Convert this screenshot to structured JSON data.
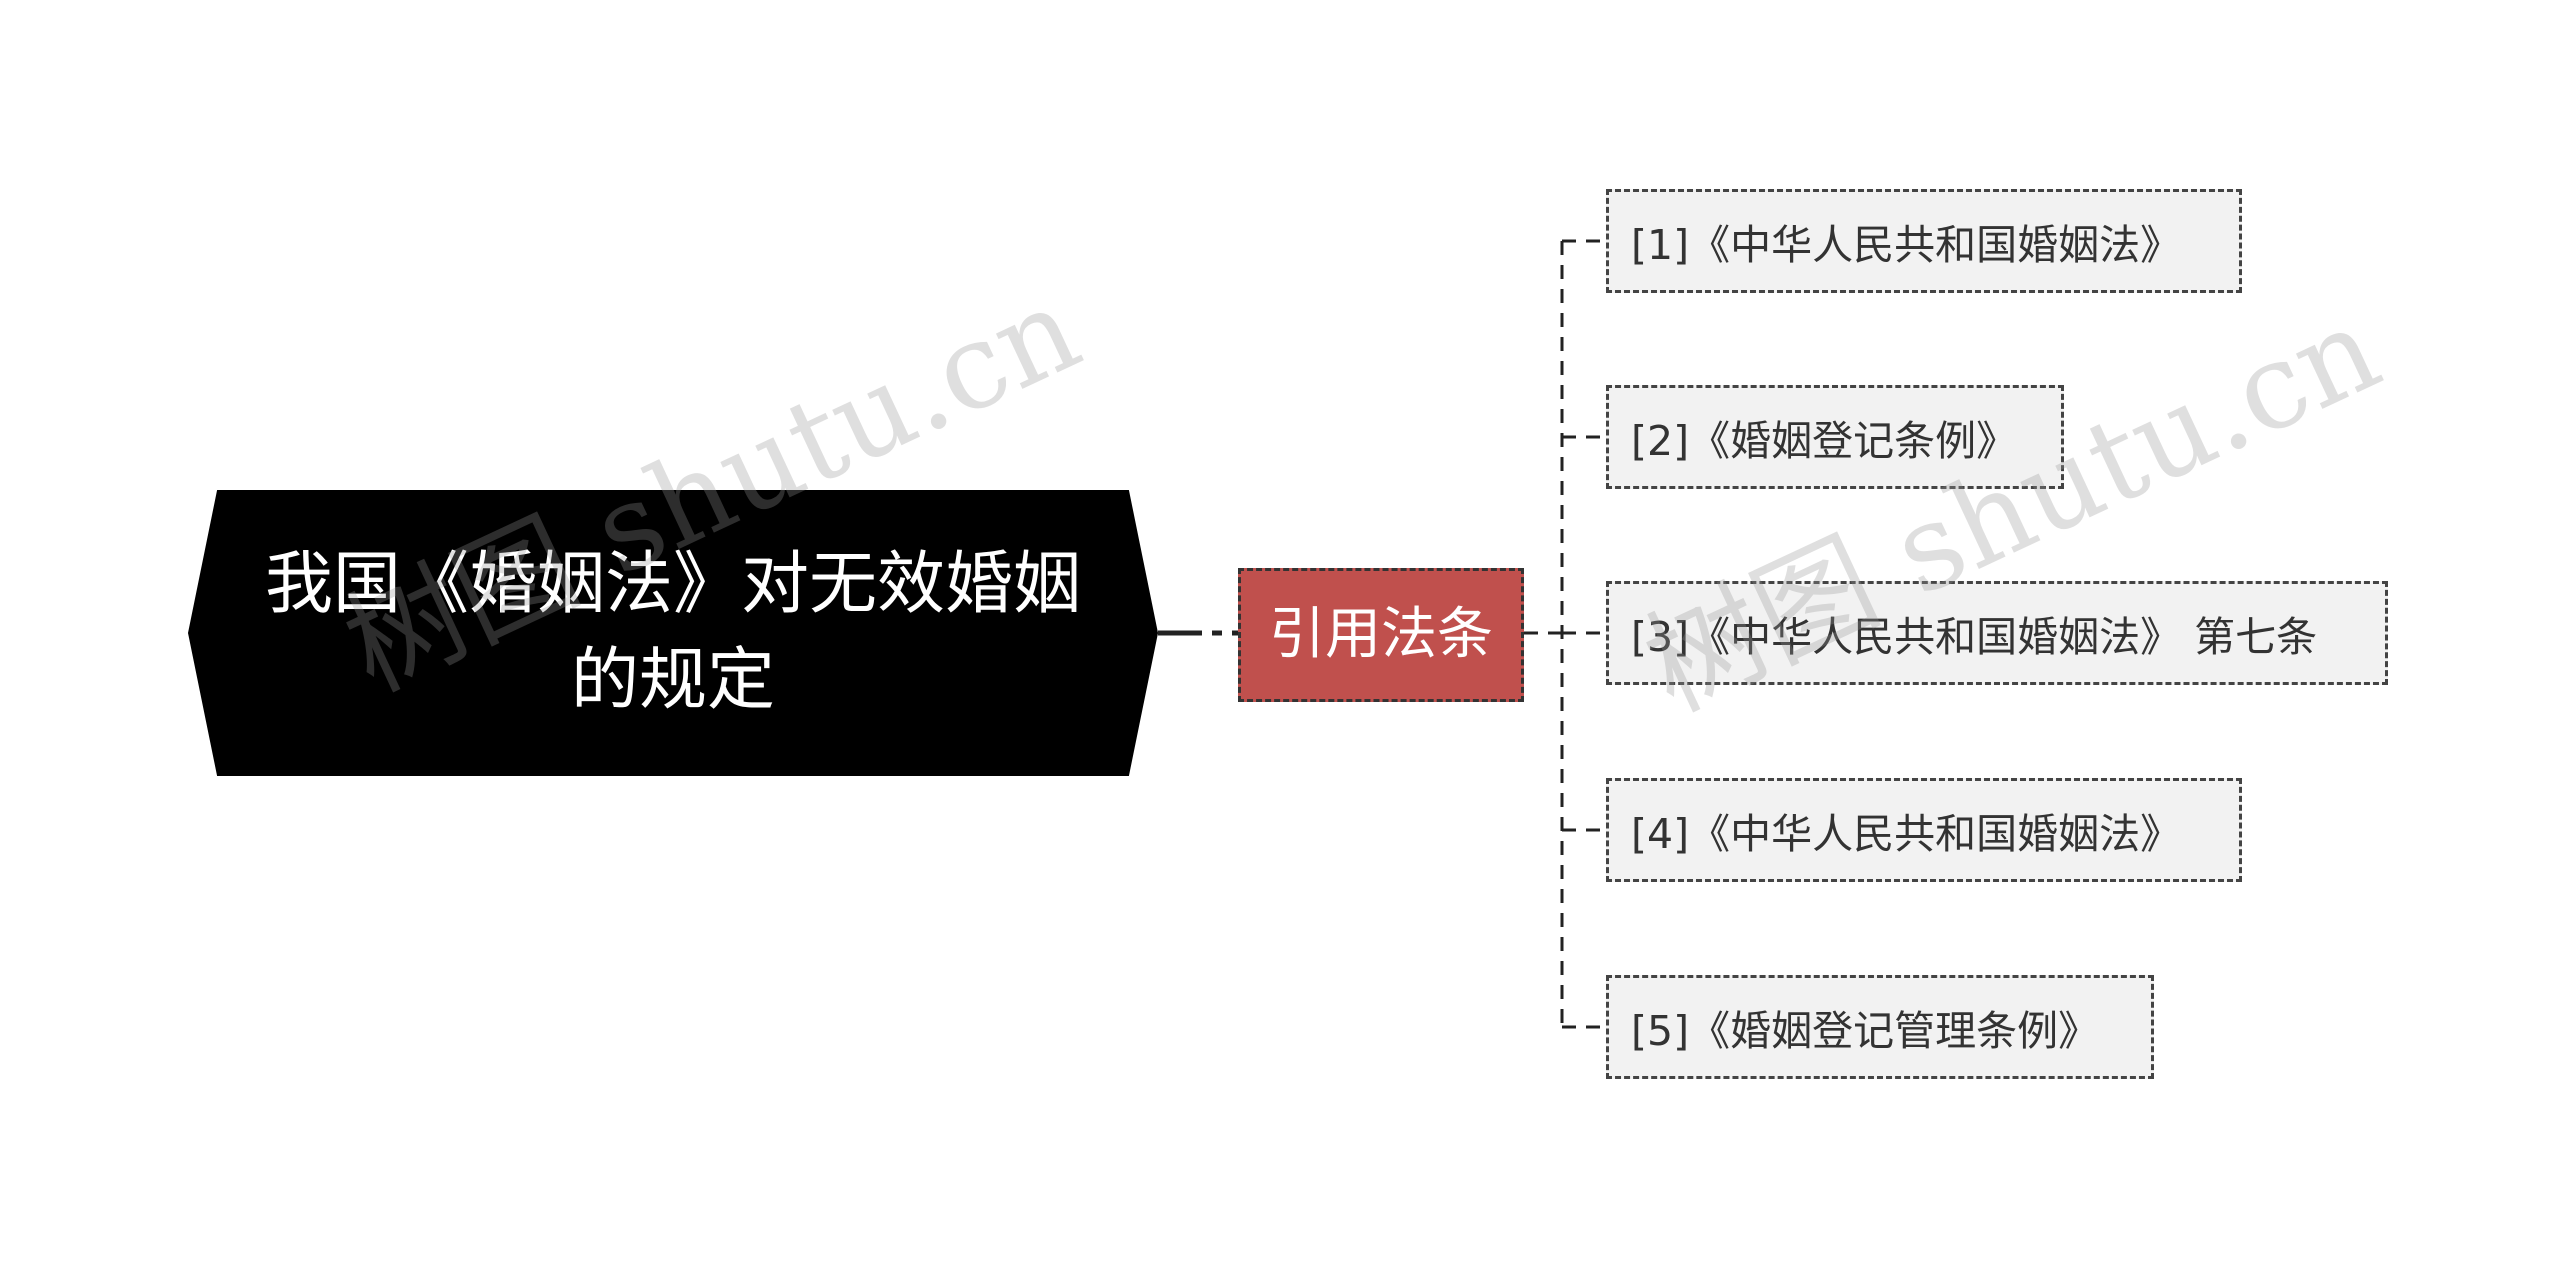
{
  "root": {
    "title": "我国《婚姻法》对无效婚姻的规定"
  },
  "branch": {
    "label": "引用法条"
  },
  "leaves": [
    {
      "label": "[1]《中华人民共和国婚姻法》"
    },
    {
      "label": "[2]《婚姻登记条例》"
    },
    {
      "label": "[3]《中华人民共和国婚姻法》 第七条"
    },
    {
      "label": "[4]《中华人民共和国婚姻法》"
    },
    {
      "label": "[5]《婚姻登记管理条例》"
    }
  ],
  "watermarks": [
    "树图 shutu.cn",
    "树图 shutu.cn"
  ],
  "colors": {
    "root_fill": "#000000",
    "branch_fill": "#c0504d",
    "leaf_fill": "#f2f2f2",
    "connector": "#222222"
  }
}
